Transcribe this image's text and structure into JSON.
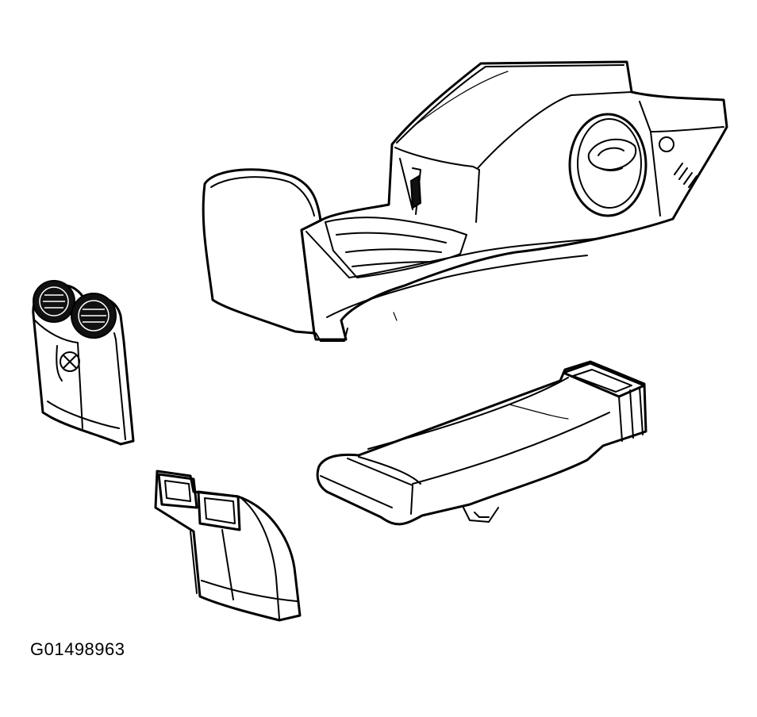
{
  "figure": {
    "id_label": "G01498963"
  },
  "parts": [
    {
      "name": "floor-console-housing"
    },
    {
      "name": "dual-vent-outlet"
    },
    {
      "name": "twin-air-duct"
    },
    {
      "name": "console-air-duct"
    }
  ],
  "colors": {
    "line": "#000000",
    "background": "#ffffff"
  }
}
